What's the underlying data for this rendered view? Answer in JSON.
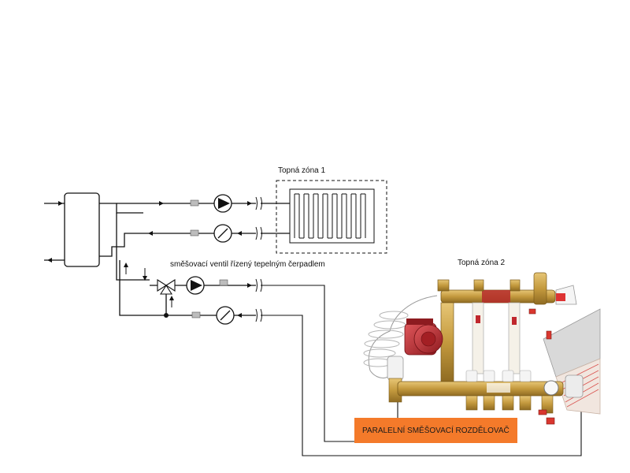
{
  "labels": {
    "zone1": "Topná zóna 1",
    "zone2": "Topná zóna 2",
    "mixing_valve": "směšovací ventil řízený tepelným čerpadlem",
    "manifold_banner": "PARALELNÍ SMĚŠOVACÍ ROZDĚLOVAČ"
  },
  "colors": {
    "line": "#111111",
    "banner": "#f47a2a",
    "brass": "#c9a24a",
    "pump_red": "#c0272d",
    "pipe_orange": "#e07a2a"
  },
  "icons": [
    "circulation-pump-icon",
    "non-return-valve-icon",
    "three-way-mixing-valve-icon",
    "radiator-icon",
    "flow-arrow-icon",
    "pipe-break-icon"
  ]
}
